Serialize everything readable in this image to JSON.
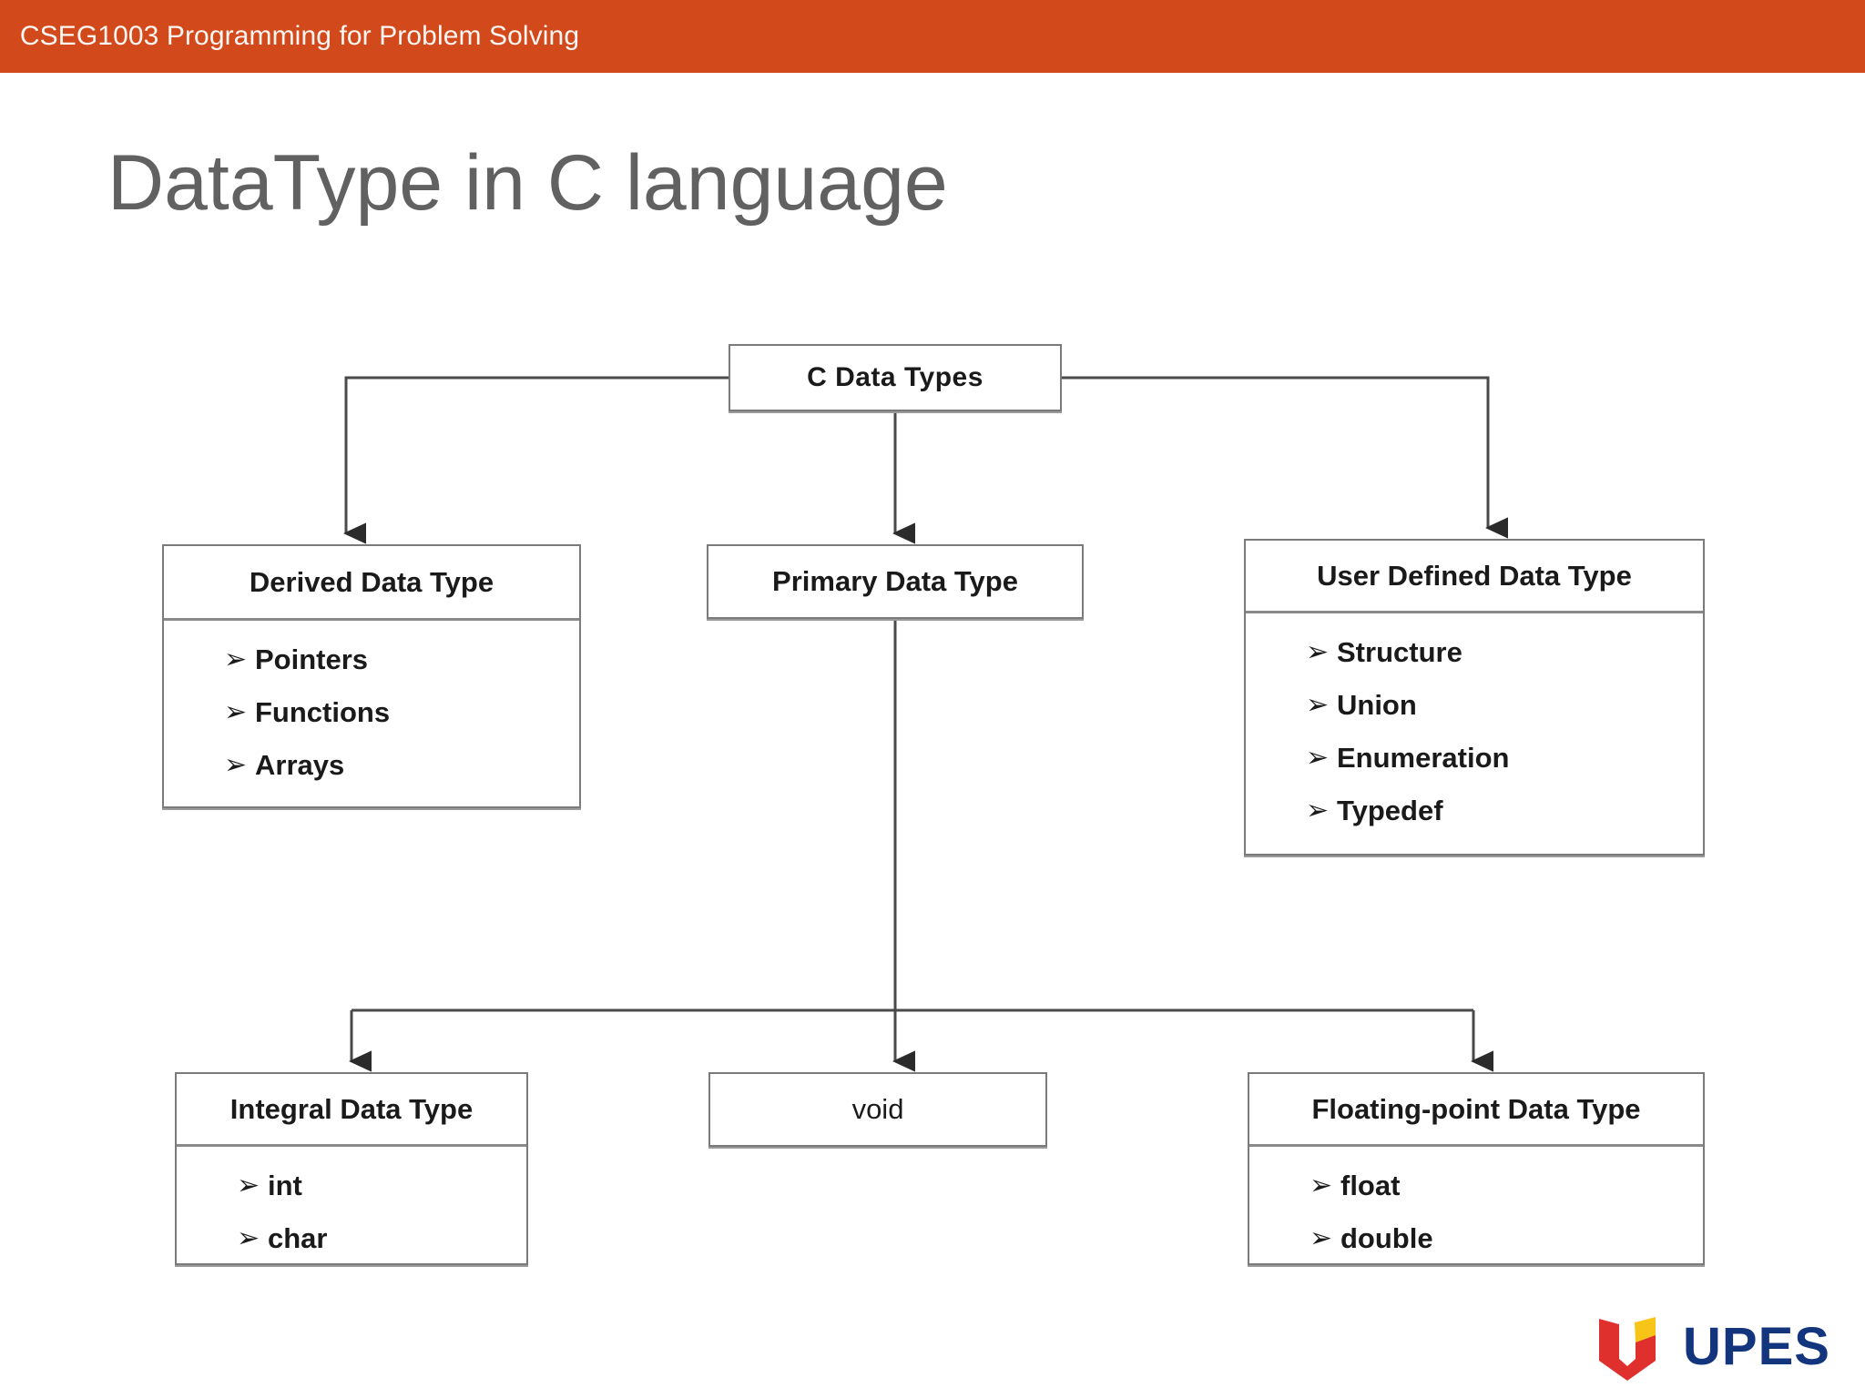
{
  "banner": {
    "course_text": "CSEG1003 Programming for Problem Solving",
    "background_color": "#D2491B",
    "text_color": "#FDF6F2"
  },
  "title": {
    "text": "DataType in C language",
    "color": "#616161"
  },
  "diagram": {
    "type": "tree",
    "bullet_glyph": "➢",
    "line_color": "#4a4a4a",
    "box_border_color": "#7a7a7a",
    "nodes": {
      "root": {
        "label": "C  Data Types",
        "bullets": []
      },
      "derived": {
        "label": "Derived Data Type",
        "bullets": [
          "Pointers",
          "Functions",
          "Arrays"
        ]
      },
      "primary": {
        "label": "Primary Data Type",
        "bullets": []
      },
      "userdefined": {
        "label": "User Defined Data Type",
        "bullets": [
          "Structure",
          "Union",
          "Enumeration",
          "Typedef"
        ]
      },
      "integral": {
        "label": "Integral Data Type",
        "bullets": [
          "int",
          "char"
        ]
      },
      "void": {
        "label": "void",
        "bullets": []
      },
      "floating": {
        "label": "Floating-point Data Type",
        "bullets": [
          "float",
          "double"
        ]
      }
    }
  },
  "logo": {
    "wordmark": "UPES",
    "mark_primary_color": "#E0302E",
    "mark_accent_color": "#F7C518",
    "word_color": "#12357E"
  }
}
